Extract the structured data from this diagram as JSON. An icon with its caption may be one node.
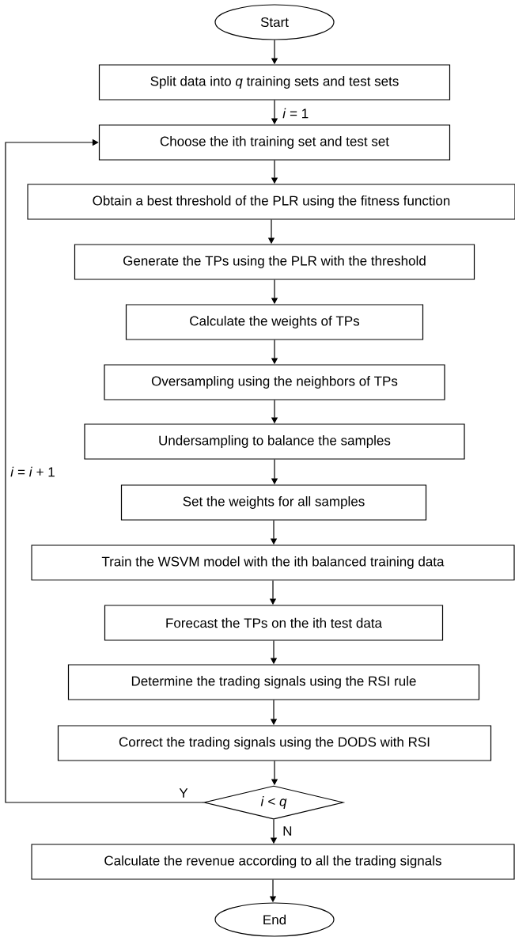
{
  "diagram": {
    "nodes": [
      {
        "text": [
          "Start"
        ]
      },
      {
        "text": [
          "Split data into *q* training sets and test sets"
        ]
      },
      {
        "text": [
          "Choose the ith training set and test set"
        ]
      },
      {
        "text": [
          "Obtain a best threshold of the PLR using the fitness function"
        ]
      },
      {
        "text": [
          "Generate the TPs using the PLR with the threshold"
        ]
      },
      {
        "text": [
          "Calculate the weights of TPs"
        ]
      },
      {
        "text": [
          "Oversampling using the neighbors of TPs"
        ]
      },
      {
        "text": [
          "Undersampling to balance the samples"
        ]
      },
      {
        "text": [
          "Set the weights for all samples"
        ]
      },
      {
        "text": [
          "Train the WSVM model with the ith balanced training data"
        ]
      },
      {
        "text": [
          "Forecast the TPs on the ith test data"
        ]
      },
      {
        "text": [
          "Determine the trading signals using the RSI rule"
        ]
      },
      {
        "text": [
          "Correct the trading signals using the DODS with RSI"
        ]
      },
      {
        "text": [
          "*i* < *q*"
        ]
      },
      {
        "text": [
          "Calculate the revenue according to all the trading signals"
        ]
      },
      {
        "text": [
          "End"
        ]
      }
    ],
    "edges": [
      {
        "from": 0,
        "to": 1,
        "arrow": "to"
      },
      {
        "from": 1,
        "to": 2,
        "arrow": "to",
        "label": "*i* = 1"
      },
      {
        "from": 2,
        "to": 3,
        "arrow": "to"
      },
      {
        "from": 3,
        "to": 4,
        "arrow": "to"
      },
      {
        "from": 4,
        "to": 5,
        "arrow": "to"
      },
      {
        "from": 5,
        "to": 6,
        "arrow": "to"
      },
      {
        "from": 6,
        "to": 7,
        "arrow": "to"
      },
      {
        "from": 7,
        "to": 8,
        "arrow": "to"
      },
      {
        "from": 8,
        "to": 9,
        "arrow": "to"
      },
      {
        "from": 9,
        "to": 10,
        "arrow": "to"
      },
      {
        "from": 10,
        "to": 11,
        "arrow": "to"
      },
      {
        "from": 11,
        "to": 12,
        "arrow": "to"
      },
      {
        "from": 12,
        "to": 13,
        "arrow": "to"
      },
      {
        "from": 13,
        "to": 2,
        "arrow": "to",
        "label": "Y"
      },
      {
        "from": 13,
        "to": 14,
        "arrow": "to",
        "label": "N"
      },
      {
        "from": 14,
        "to": 15,
        "arrow": "to"
      }
    ],
    "labels": [
      "*i* = *i* + 1"
    ]
  }
}
